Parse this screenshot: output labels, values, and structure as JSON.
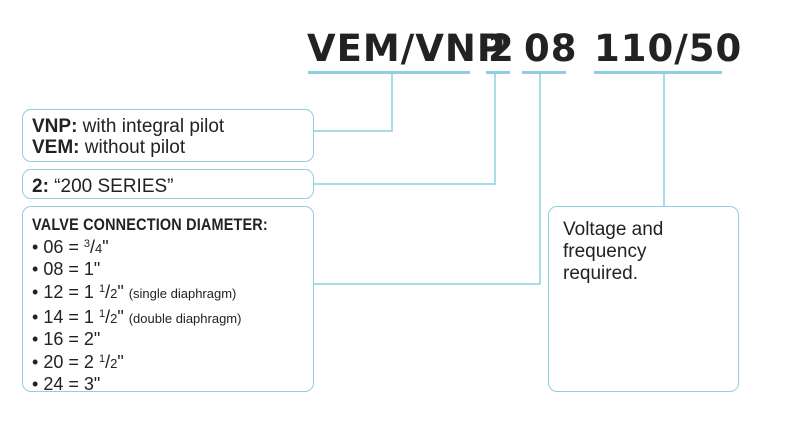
{
  "code": {
    "parts": [
      "VEM/VNP",
      "2",
      "08",
      "110/50"
    ]
  },
  "colors": {
    "accent": "#8ecfe0",
    "text": "#222222",
    "background": "#ffffff"
  },
  "boxes": {
    "vnp": {
      "lines": [
        {
          "key": "VNP:",
          "text": " with integral pilot"
        },
        {
          "key": "VEM:",
          "text": " without pilot"
        }
      ]
    },
    "series": {
      "key": "2:",
      "text": " “200 SERIES”"
    },
    "diameter": {
      "title": "VALVE CONNECTION DIAMETER:",
      "bullet": "•",
      "items": [
        {
          "code": "06",
          "eq": "=",
          "whole": "",
          "num": "3",
          "den": "4",
          "unit": "\"",
          "note": ""
        },
        {
          "code": "08",
          "eq": "=",
          "whole": "1",
          "num": "",
          "den": "",
          "unit": "\"",
          "note": ""
        },
        {
          "code": "12",
          "eq": "=",
          "whole": "1",
          "num": "1",
          "den": "2",
          "unit": "\"",
          "note": "(single diaphragm)"
        },
        {
          "code": "14",
          "eq": "=",
          "whole": "1",
          "num": "1",
          "den": "2",
          "unit": "\"",
          "note": "(double diaphragm)"
        },
        {
          "code": "16",
          "eq": "=",
          "whole": "2",
          "num": "",
          "den": "",
          "unit": "\"",
          "note": ""
        },
        {
          "code": "20",
          "eq": "=",
          "whole": "2",
          "num": "1",
          "den": "2",
          "unit": "\"",
          "note": ""
        },
        {
          "code": "24",
          "eq": "=",
          "whole": "3",
          "num": "",
          "den": "",
          "unit": "\"",
          "note": ""
        }
      ]
    },
    "voltage": {
      "text": "Voltage and\nfrequency\nrequired."
    }
  }
}
